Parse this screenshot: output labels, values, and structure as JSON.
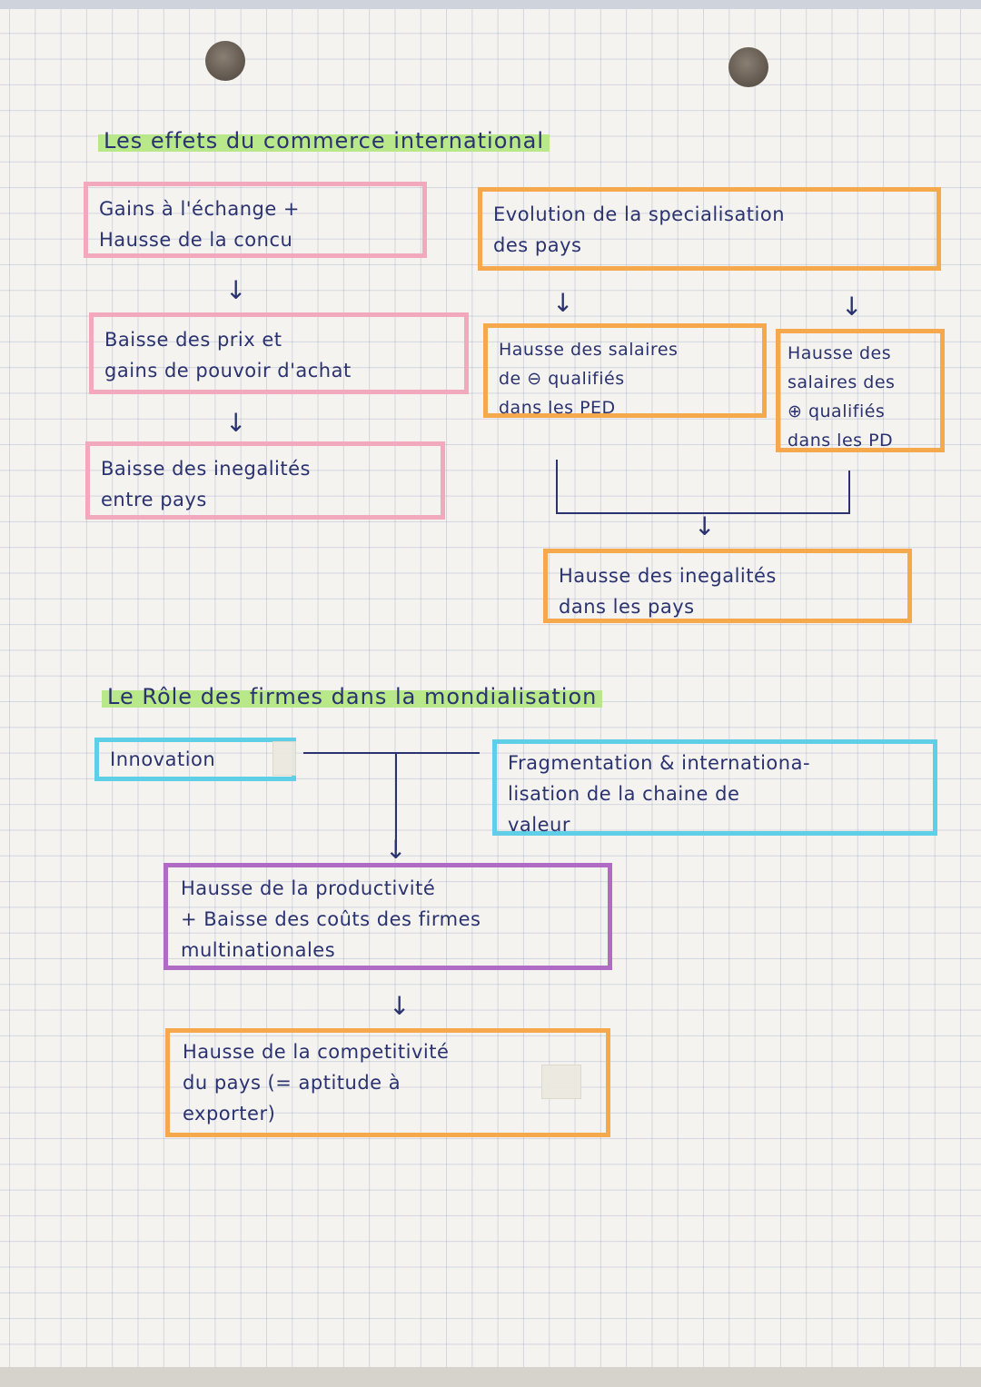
{
  "section1": {
    "title": "Les effets du commerce international",
    "box_gains": "Gains à l'échange +\nHausse de la concu",
    "box_baisse_prix": "Baisse des prix et\ngains de pouvoir d'achat",
    "box_baisse_inegalites": "Baisse des inegalités\nentre pays",
    "box_evolution": "Evolution de la specialisation\ndes pays",
    "box_salaires_ped": "Hausse des salaires\nde ⊖ qualifiés\ndans les PED",
    "box_salaires_pd": "Hausse des\nsalaires des\n⊕ qualifiés\ndans les PD",
    "box_hausse_inegalites": "Hausse des inegalités\ndans les pays"
  },
  "section2": {
    "title": "Le Rôle des firmes dans la mondialisation",
    "box_innovation": "Innovation",
    "box_fragmentation": "Fragmentation & internationa-\nlisation de la chaine de\nvaleur",
    "box_productivite": "Hausse de la productivité\n+ Baisse des coûts des firmes\nmultinationales",
    "box_competitivite": "Hausse de la competitivité\ndu pays (= aptitude à\nexporter)"
  },
  "arrow_glyph": "↓",
  "colors": {
    "ink": "#2a3270",
    "highlight_green": "#b9e88a",
    "pink": "#f3a9bd",
    "orange": "#f6a84c",
    "blue": "#5fcfe8",
    "purple": "#b06bc4"
  }
}
